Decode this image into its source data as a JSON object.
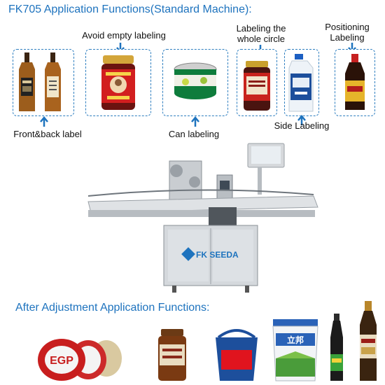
{
  "header": {
    "title": "FK705 Application Functions(Standard Machine):"
  },
  "labels": {
    "avoid_empty": "Avoid empty labeling",
    "labeling_circle": "Labeling the\nwhole circle",
    "positioning": "Positioning\nLabeling",
    "front_back": "Front&back label",
    "can": "Can labeling",
    "side": "Side Labeling"
  },
  "machine": {
    "brand": "FK SEEDA"
  },
  "footer": {
    "title": "After Adjustment Application Functions:"
  },
  "products": {
    "egp_label": "EGP",
    "bucket_brand": "立邦"
  },
  "colors": {
    "accent": "#1e73be",
    "dash": "#2f7fc0",
    "red": "#d21f1f"
  }
}
